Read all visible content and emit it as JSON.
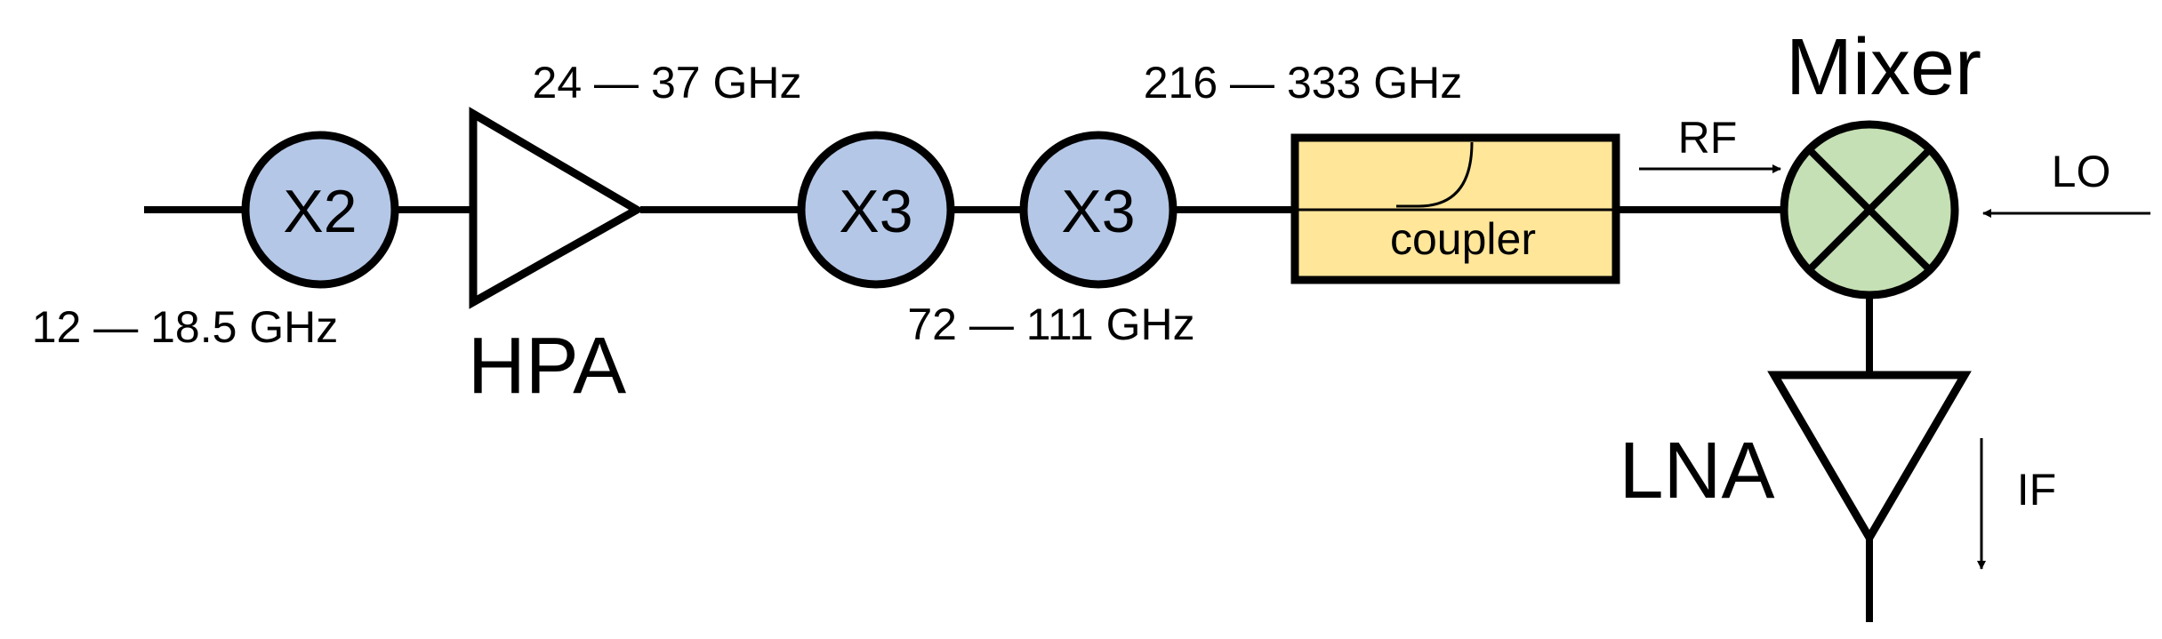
{
  "colors": {
    "multiplier_fill": "#b4c7e7",
    "coupler_fill": "#ffe699",
    "mixer_fill": "#c5e0b4",
    "stroke": "#000000"
  },
  "multipliers": [
    {
      "label": "X2"
    },
    {
      "label": "X3"
    },
    {
      "label": "X3"
    }
  ],
  "amplifiers": {
    "hpa": "HPA",
    "lna": "LNA"
  },
  "coupler": {
    "label": "coupler"
  },
  "mixer": {
    "label": "Mixer"
  },
  "frequencies": {
    "input": "12 — 18.5 GHz",
    "after_hpa": "24 — 37 GHz",
    "after_first_x3": "72 — 111 GHz",
    "after_second_x3": "216 — 333 GHz"
  },
  "signals": {
    "rf": "RF",
    "lo": "LO",
    "if": "IF"
  }
}
